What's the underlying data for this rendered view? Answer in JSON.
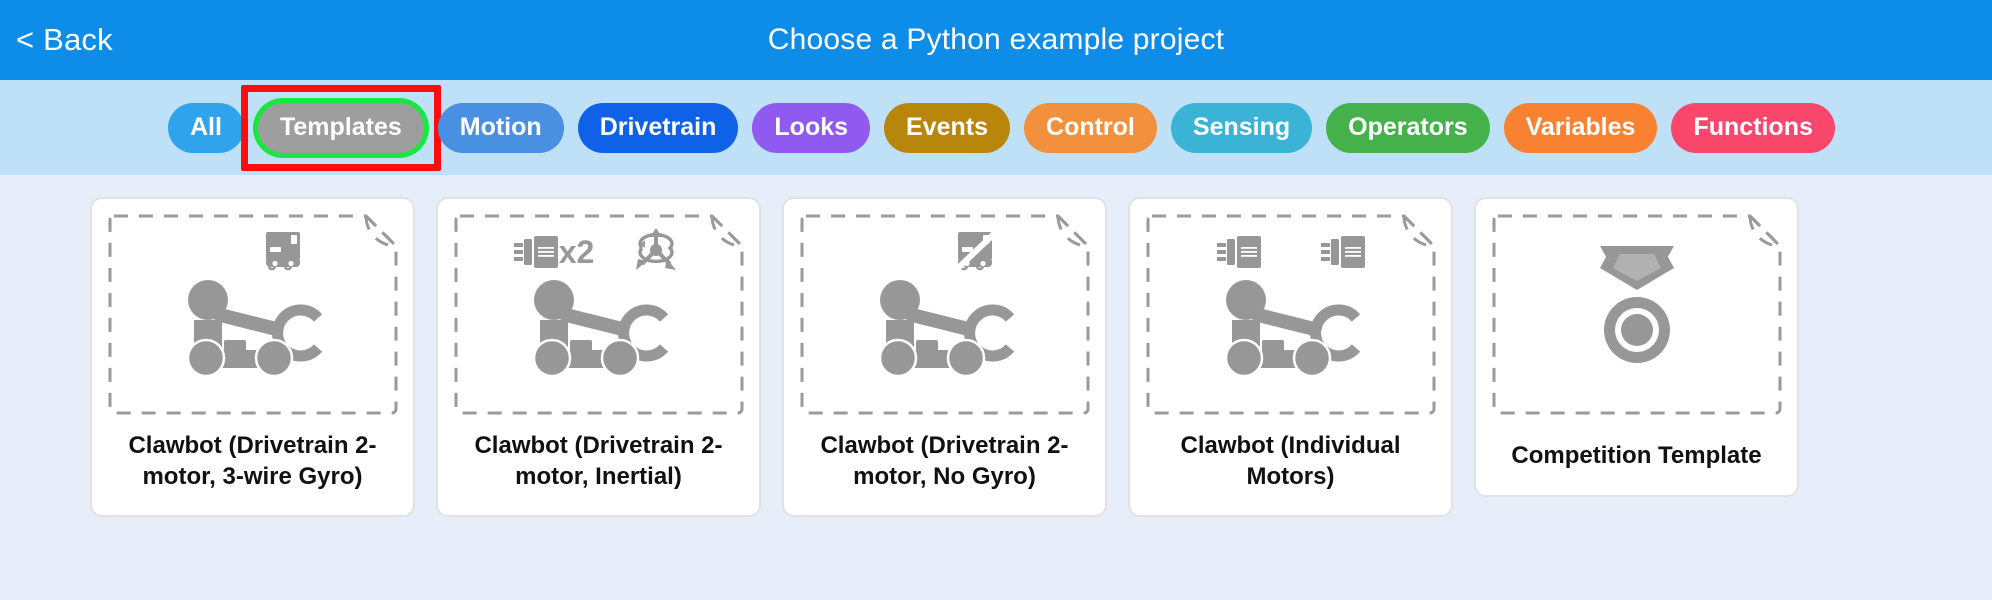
{
  "header": {
    "back_label": "< Back",
    "title": "Choose a Python example project",
    "bg_color": "#0d8ce8"
  },
  "filterbar": {
    "bg_color": "#bfe1f7",
    "selected_category": "Templates",
    "selection_ring_color": "#16e840",
    "annotation_box_color": "#fe0d0d",
    "categories": [
      {
        "label": "All",
        "color": "#2fa3ec",
        "selected": false
      },
      {
        "label": "Templates",
        "color": "#9e9e9e",
        "selected": true
      },
      {
        "label": "Motion",
        "color": "#4a90e2",
        "selected": false
      },
      {
        "label": "Drivetrain",
        "color": "#0f62e8",
        "selected": false
      },
      {
        "label": "Looks",
        "color": "#9059f0",
        "selected": false
      },
      {
        "label": "Events",
        "color": "#b8860b",
        "selected": false
      },
      {
        "label": "Control",
        "color": "#f2913d",
        "selected": false
      },
      {
        "label": "Sensing",
        "color": "#3ab3d6",
        "selected": false
      },
      {
        "label": "Operators",
        "color": "#45b14b",
        "selected": false
      },
      {
        "label": "Variables",
        "color": "#f98232",
        "selected": false
      },
      {
        "label": "Functions",
        "color": "#f9476b",
        "selected": false
      }
    ]
  },
  "content": {
    "bg_color": "#e7eefa",
    "cards": [
      {
        "label": "Clawbot (Drivetrain 2-motor, 3-wire Gyro)",
        "icon": "clawbot-robot-icon",
        "badges": [
          "gyro-sensor-icon"
        ],
        "multiplier": ""
      },
      {
        "label": "Clawbot (Drivetrain 2-motor, Inertial)",
        "icon": "clawbot-robot-icon",
        "badges": [
          "motor-icon",
          "inertial-sensor-icon"
        ],
        "multiplier": "x2"
      },
      {
        "label": "Clawbot (Drivetrain 2-motor, No Gyro)",
        "icon": "clawbot-robot-icon",
        "badges": [
          "no-gyro-sensor-icon"
        ],
        "multiplier": ""
      },
      {
        "label": "Clawbot (Individual Motors)",
        "icon": "clawbot-robot-icon",
        "badges": [
          "motor-icon",
          "motor-icon"
        ],
        "multiplier": ""
      },
      {
        "label": "Competition Template",
        "icon": "competition-medal-icon",
        "badges": [],
        "multiplier": ""
      }
    ]
  }
}
